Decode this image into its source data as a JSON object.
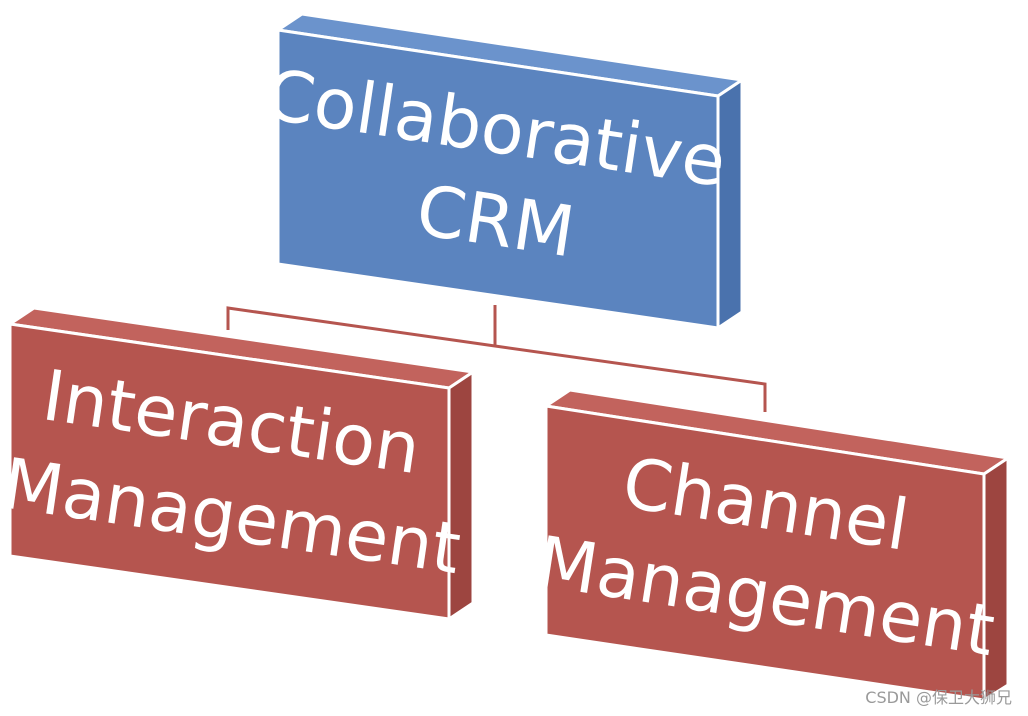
{
  "colors": {
    "root_front": "#5b84bf",
    "root_side": "#4a72ad",
    "root_top": "#6b93cc",
    "child_front": "#b5554f",
    "child_side": "#9d4540",
    "child_top": "#c2635d",
    "connector": "#b5554f"
  },
  "root": {
    "lines": [
      "Collaborative",
      "CRM"
    ]
  },
  "children": [
    {
      "lines": [
        "Interaction",
        "Management"
      ]
    },
    {
      "lines": [
        "Channel",
        "Management"
      ]
    }
  ],
  "watermark": "CSDN @保卫大狮兄"
}
